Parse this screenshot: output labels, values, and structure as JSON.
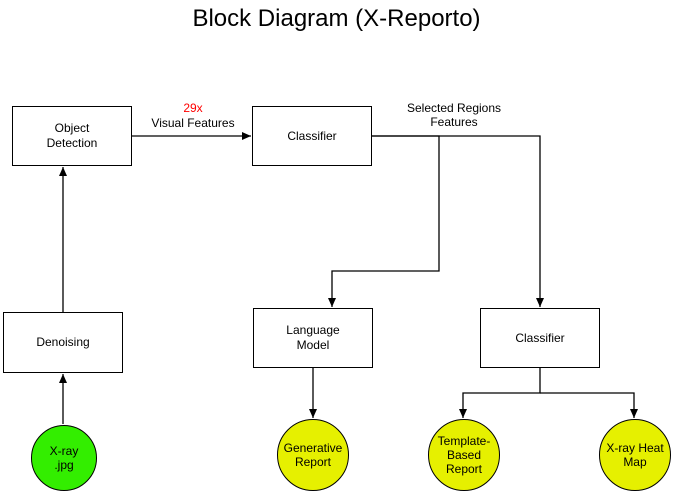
{
  "title": "Block Diagram (X-Reporto)",
  "colors": {
    "input_node": "#33ee00",
    "output_node": "#e6f000",
    "highlight_text": "#ff0000"
  },
  "nodes": {
    "object_detection": "Object\nDetection",
    "classifier_top": "Classifier",
    "denoising": "Denoising",
    "language_model": "Language\nModel",
    "classifier_bottom": "Classifier",
    "xray_input": "X-ray\n.jpg",
    "generative_report": "Generative\nReport",
    "template_report": "Template-\nBased\nReport",
    "heat_map": "X-ray Heat\nMap"
  },
  "edge_labels": {
    "count": "29x",
    "visual_features": "Visual Features",
    "selected_regions": "Selected Regions\nFeatures"
  }
}
